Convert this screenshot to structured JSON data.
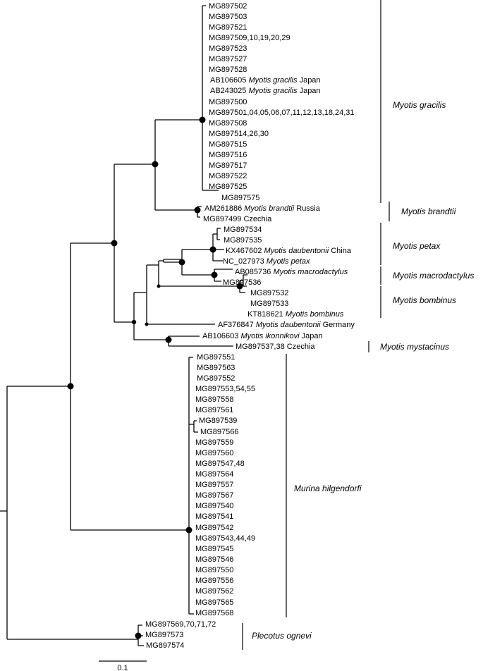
{
  "labels": {
    "m1": [
      {
        "t": "MG897502"
      }
    ],
    "m2": [
      {
        "t": "MG897503"
      }
    ],
    "m3": [
      {
        "t": "MG897521"
      }
    ],
    "m4": [
      {
        "t": "MG897509,10,19,20,29"
      }
    ],
    "m5": [
      {
        "t": "MG897523"
      }
    ],
    "m6": [
      {
        "t": "MG897527"
      }
    ],
    "m7": [
      {
        "t": "MG897528"
      }
    ],
    "m8": [
      {
        "t": "AB106605 "
      },
      {
        "t": "Myotis gracilis",
        "i": true
      },
      {
        "t": " Japan"
      }
    ],
    "m9": [
      {
        "t": "AB243025 "
      },
      {
        "t": "Myotis gracilis",
        "i": true
      },
      {
        "t": " Japan"
      }
    ],
    "m10": [
      {
        "t": "MG897500"
      }
    ],
    "m11": [
      {
        "t": "MG897501,04,05,06,07,11,12,13,18,24,31"
      }
    ],
    "m12": [
      {
        "t": "MG897508"
      }
    ],
    "m13": [
      {
        "t": "MG897514,26,30"
      }
    ],
    "m14": [
      {
        "t": "MG897515"
      }
    ],
    "m15": [
      {
        "t": "MG897516"
      }
    ],
    "m16": [
      {
        "t": "MG897517"
      }
    ],
    "m17": [
      {
        "t": "MG897522"
      }
    ],
    "m18": [
      {
        "t": "MG897525"
      }
    ],
    "m19": [
      {
        "t": "MG897575"
      }
    ],
    "b1": [
      {
        "t": "AM261886 "
      },
      {
        "t": "Myotis brandtii",
        "i": true
      },
      {
        "t": " Russia"
      }
    ],
    "b2": [
      {
        "t": "MG897499 Czechia"
      }
    ],
    "p1": [
      {
        "t": "MG897534"
      }
    ],
    "p2": [
      {
        "t": "MG897535"
      }
    ],
    "p3": [
      {
        "t": "KX467602 "
      },
      {
        "t": "Myotis daubentonii",
        "i": true
      },
      {
        "t": " China"
      }
    ],
    "p4": [
      {
        "t": "NC_027973 "
      },
      {
        "t": "Myotis petax",
        "i": true
      }
    ],
    "md1": [
      {
        "t": "AB085736 "
      },
      {
        "t": "Myotis macrodactylus",
        "i": true
      }
    ],
    "md2": [
      {
        "t": "MG897536"
      }
    ],
    "bo1": [
      {
        "t": "MG897532"
      }
    ],
    "bo2": [
      {
        "t": "MG897533"
      }
    ],
    "bo3": [
      {
        "t": "KT818621 "
      },
      {
        "t": "Myotis bombinus",
        "i": true
      }
    ],
    "dg": [
      {
        "t": "AF376847 "
      },
      {
        "t": "Myotis daubentonii",
        "i": true
      },
      {
        "t": " Germany"
      }
    ],
    "ik": [
      {
        "t": "AB106603 "
      },
      {
        "t": "Myotis ikonnikovi",
        "i": true
      },
      {
        "t": " Japan"
      }
    ],
    "my": [
      {
        "t": "MG897537,38 Czechia"
      }
    ],
    "h1": [
      {
        "t": "MG897551"
      }
    ],
    "h2": [
      {
        "t": "MG897563"
      }
    ],
    "h3": [
      {
        "t": "MG897552"
      }
    ],
    "h4": [
      {
        "t": "MG897553,54,55"
      }
    ],
    "h5": [
      {
        "t": "MG897558"
      }
    ],
    "h6": [
      {
        "t": "MG897561"
      }
    ],
    "h7": [
      {
        "t": "MG897539"
      }
    ],
    "h8": [
      {
        "t": "MG897566"
      }
    ],
    "h9": [
      {
        "t": "MG897559"
      }
    ],
    "h10": [
      {
        "t": "MG897560"
      }
    ],
    "h11": [
      {
        "t": "MG897547,48"
      }
    ],
    "h12": [
      {
        "t": "MG897564"
      }
    ],
    "h13": [
      {
        "t": "MG897557"
      }
    ],
    "h14": [
      {
        "t": "MG897567"
      }
    ],
    "h15": [
      {
        "t": "MG897540"
      }
    ],
    "h16": [
      {
        "t": "MG897541"
      }
    ],
    "h17": [
      {
        "t": "MG897542"
      }
    ],
    "h18": [
      {
        "t": "MG897543,44,49"
      }
    ],
    "h19": [
      {
        "t": "MG897545"
      }
    ],
    "h20": [
      {
        "t": "MG897546"
      }
    ],
    "h21": [
      {
        "t": "MG897550"
      }
    ],
    "h22": [
      {
        "t": "MG897556"
      }
    ],
    "h23": [
      {
        "t": "MG897562"
      }
    ],
    "h24": [
      {
        "t": "MG897565"
      }
    ],
    "h25": [
      {
        "t": "MG897568"
      }
    ],
    "o1": [
      {
        "t": "MG897569,70,71,72"
      }
    ],
    "o2": [
      {
        "t": "MG897573"
      }
    ],
    "o3": [
      {
        "t": "MG897574"
      }
    ]
  },
  "clades": {
    "gracilis": "Myotis gracilis",
    "brandtii": "Myotis brandtii",
    "petax": "Myotis petax",
    "macrodactylus": "Myotis macrodactylus",
    "bombinus": "Myotis bombinus",
    "mystacinus": "Myotis mystacinus",
    "hilgendorfi": "Murina hilgendorfi",
    "ognevi": "Plecotus ognevi"
  },
  "scale": {
    "label": "0.1"
  }
}
